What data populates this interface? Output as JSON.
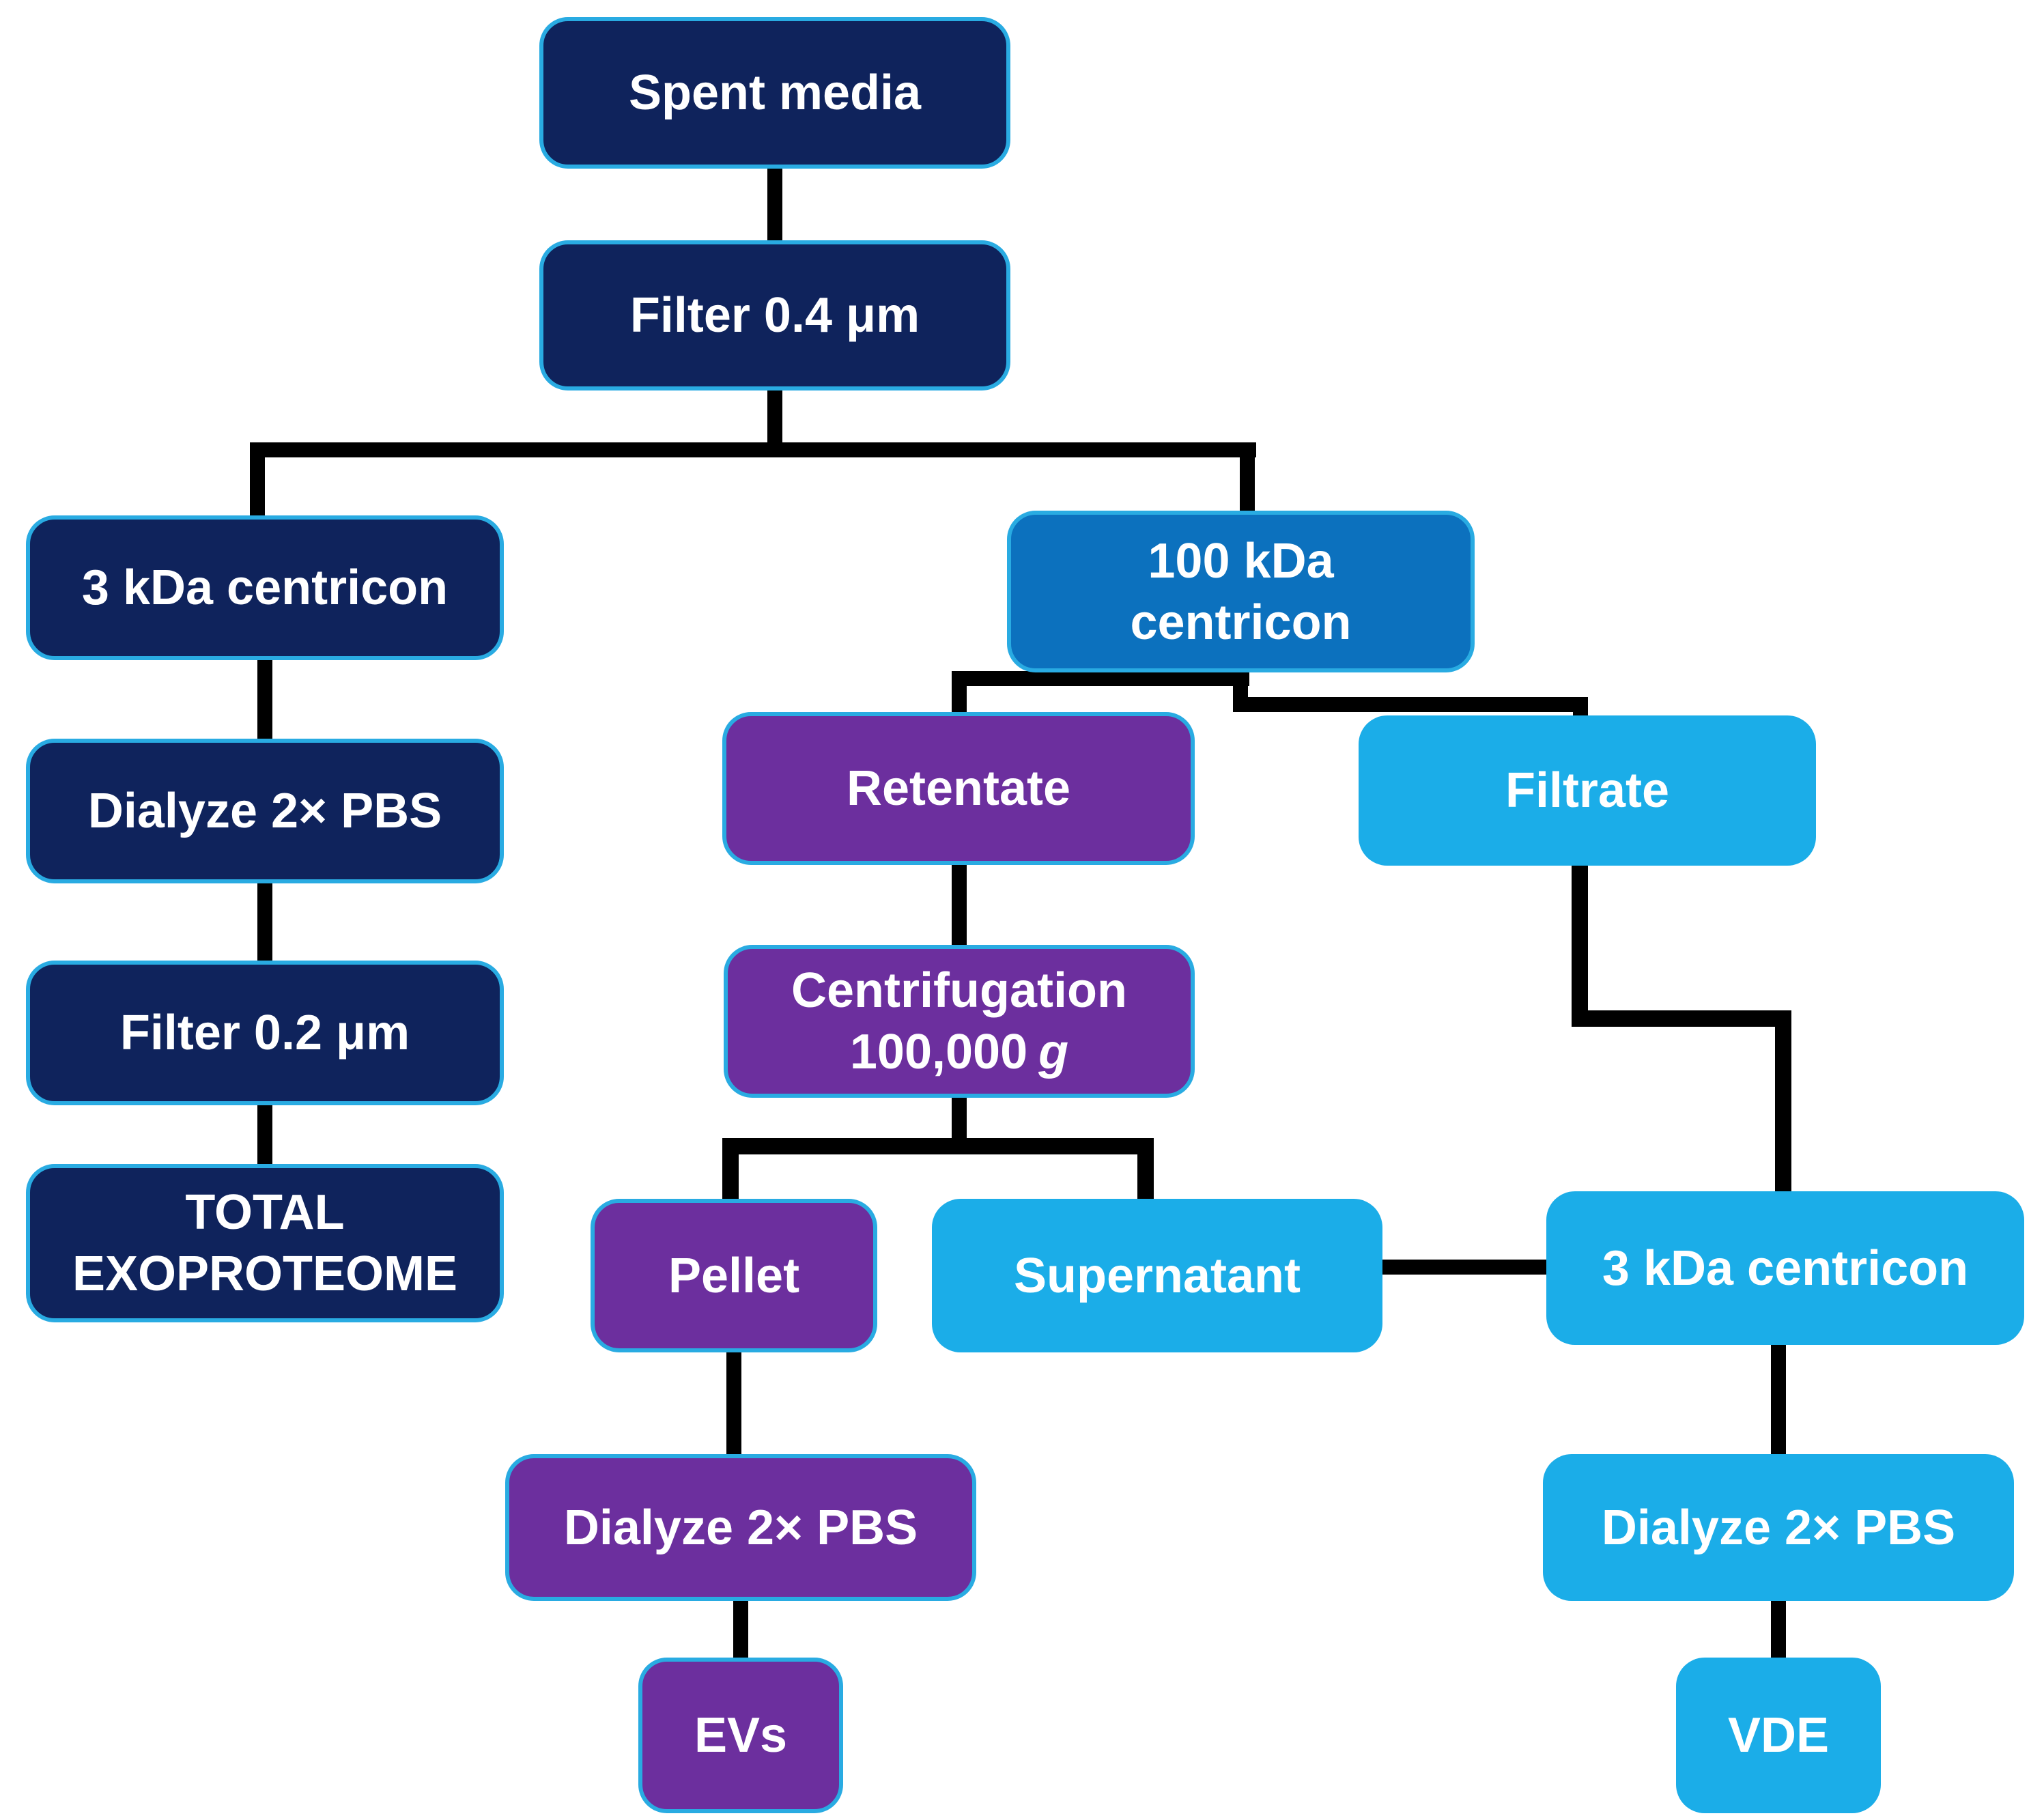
{
  "colors": {
    "dark_navy": "#0F235C",
    "medium_blue": "#0C71BE",
    "purple": "#6C2F9E",
    "cyan": "#1BADE8",
    "box_border": "#29ABE2",
    "connector": "#000000",
    "text": "#FFFFFF",
    "background": "#FFFFFF"
  },
  "nodes": {
    "spent_media": {
      "label": "Spent media"
    },
    "filter_04": {
      "label": "Filter 0.4 μm"
    },
    "kda3_left": {
      "label": "3 kDa centricon"
    },
    "dialyze_left": {
      "label": "Dialyze 2× PBS"
    },
    "filter_02": {
      "label": "Filter 0.2 μm"
    },
    "total_exoproteome": {
      "line1": "TOTAL",
      "line2": "EXOPROTEOME"
    },
    "kda100": {
      "line1": "100 kDa",
      "line2": "centricon"
    },
    "retentate": {
      "label": "Retentate"
    },
    "filtrate": {
      "label": "Filtrate"
    },
    "centrifugation": {
      "line1": "Centrifugation",
      "line2_value": "100,000",
      "line2_unit": "g"
    },
    "pellet": {
      "label": "Pellet"
    },
    "supernatant": {
      "label": "Supernatant"
    },
    "kda3_right": {
      "label": "3 kDa centricon"
    },
    "dialyze_pellet": {
      "label": "Dialyze 2× PBS"
    },
    "evs": {
      "label": "EVs"
    },
    "dialyze_filtrate": {
      "label": "Dialyze 2× PBS"
    },
    "vde": {
      "label": "VDE"
    }
  }
}
